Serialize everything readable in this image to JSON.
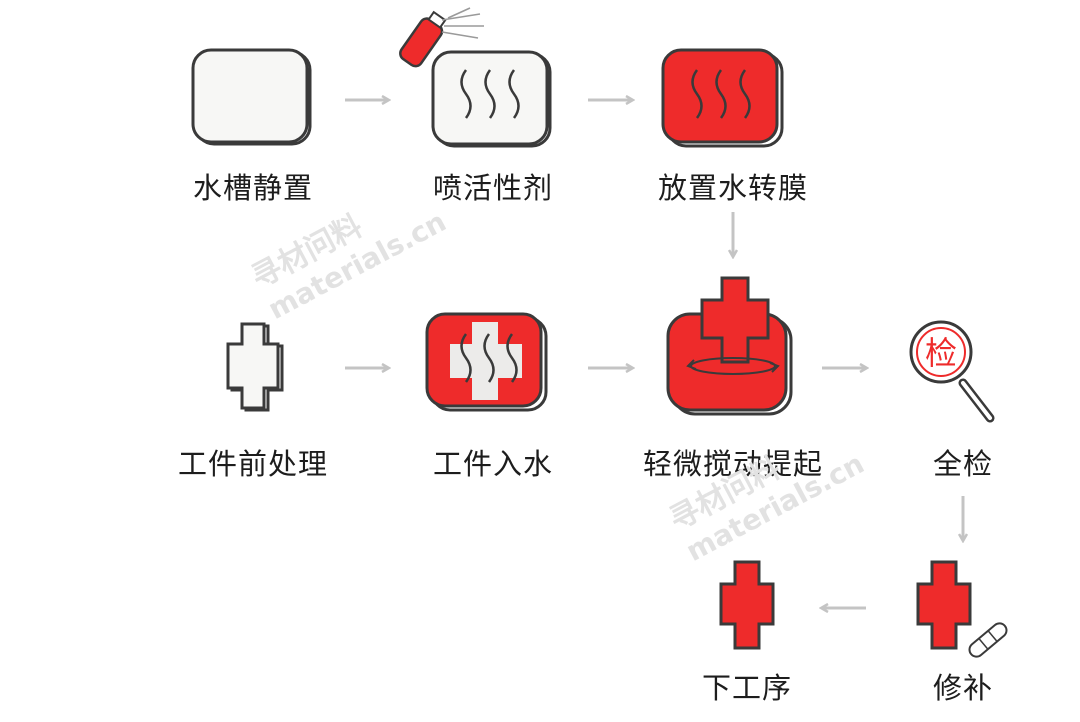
{
  "colors": {
    "red": "#ee2b2b",
    "outline": "#3a3a3a",
    "panel": "#f7f7f5",
    "shadow": "#ffffff",
    "arrow": "#c4c4c4"
  },
  "steps": [
    {
      "id": "tank-rest",
      "label": "水槽静置"
    },
    {
      "id": "spray-activator",
      "label": "喷活性剂"
    },
    {
      "id": "place-film",
      "label": "放置水转膜"
    },
    {
      "id": "pretreat",
      "label": "工件前处理"
    },
    {
      "id": "immerse",
      "label": "工件入水"
    },
    {
      "id": "lift",
      "label": "轻微搅动提起"
    },
    {
      "id": "inspect",
      "label": "全检"
    },
    {
      "id": "next",
      "label": "下工序"
    },
    {
      "id": "repair",
      "label": "修补"
    }
  ],
  "magnifier_text": "检",
  "watermark": {
    "cn": "寻材问料",
    "en": "materials.cn"
  }
}
